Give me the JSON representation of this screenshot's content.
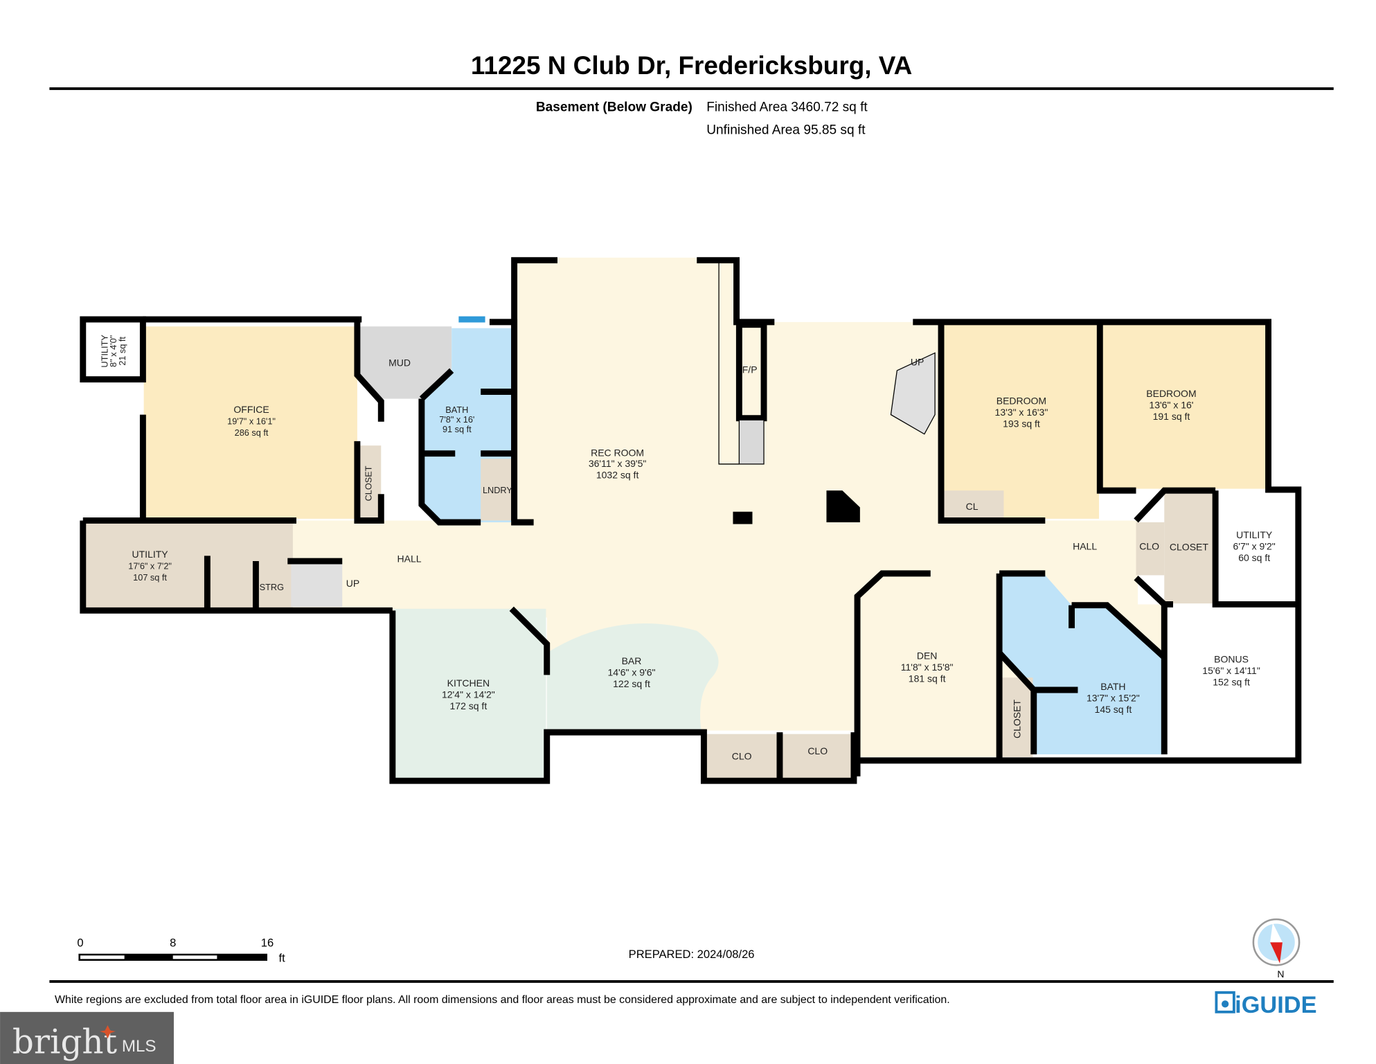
{
  "header": {
    "title": "11225 N Club Dr, Fredericksburg, VA",
    "level": "Basement (Below Grade)",
    "finished_area": "Finished Area 3460.72 sq ft",
    "unfinished_area": "Unfinished Area 95.85 sq ft"
  },
  "colors": {
    "hall": "#fdf6e1",
    "bedroom": "#fcebc1",
    "bath": "#bfe3f8",
    "kitchen_bar": "#e4f0e8",
    "closet": "#e6dccc",
    "mud": "#d9d9d9",
    "logo_blue": "#1f7fc0",
    "compass_red": "#e0201c"
  },
  "rooms": [
    {
      "name": "UTILITY",
      "dims": "8\" x 4'0\"",
      "area": "21 sq ft"
    },
    {
      "name": "OFFICE",
      "dims": "19'7\" x 16'1\"",
      "area": "286 sq ft"
    },
    {
      "name": "MUD"
    },
    {
      "name": "BATH",
      "dims": "7'8\" x 16'",
      "area": "91 sq ft"
    },
    {
      "name": "LNDRY"
    },
    {
      "name": "CLOSET"
    },
    {
      "name": "UTILITY",
      "dims": "17'6\" x 7'2\"",
      "area": "107 sq ft"
    },
    {
      "name": "STRG"
    },
    {
      "name": "UP"
    },
    {
      "name": "HALL"
    },
    {
      "name": "REC ROOM",
      "dims": "36'11\" x 39'5\"",
      "area": "1032 sq ft"
    },
    {
      "name": "F/P"
    },
    {
      "name": "UP"
    },
    {
      "name": "BEDROOM",
      "dims": "13'3\" x 16'3\"",
      "area": "193 sq ft"
    },
    {
      "name": "BEDROOM",
      "dims": "13'6\" x 16'",
      "area": "191 sq ft"
    },
    {
      "name": "CL"
    },
    {
      "name": "HALL"
    },
    {
      "name": "CLO"
    },
    {
      "name": "CLOSET"
    },
    {
      "name": "UTILITY",
      "dims": "6'7\" x 9'2\"",
      "area": "60 sq ft"
    },
    {
      "name": "DEN",
      "dims": "11'8\" x 15'8\"",
      "area": "181 sq ft"
    },
    {
      "name": "BATH",
      "dims": "13'7\" x 15'2\"",
      "area": "145 sq ft"
    },
    {
      "name": "CLOSET"
    },
    {
      "name": "BONUS",
      "dims": "15'6\" x 14'11\"",
      "area": "152 sq ft"
    },
    {
      "name": "KITCHEN",
      "dims": "12'4\" x 14'2\"",
      "area": "172 sq ft"
    },
    {
      "name": "BAR",
      "dims": "14'6\" x 9'6\"",
      "area": "122 sq ft"
    },
    {
      "name": "CLO"
    },
    {
      "name": "CLO"
    }
  ],
  "footer": {
    "scale_labels": [
      "0",
      "8",
      "16"
    ],
    "scale_unit": "ft",
    "prepared": "PREPARED: 2024/08/26",
    "compass_label": "N",
    "disclaimer": "White regions are excluded from total floor area in iGUIDE floor plans. All room dimensions and floor areas must be considered approximate and are subject to independent verification.",
    "iguide_logo": "iGUIDE",
    "mls_logo": "bright MLS"
  }
}
